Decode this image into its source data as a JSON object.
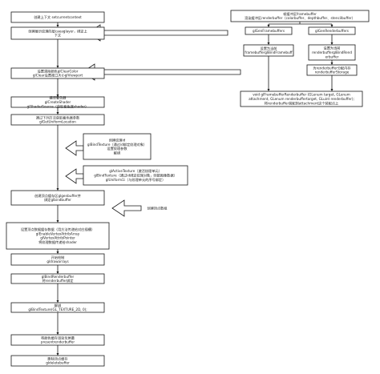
{
  "left_column": {
    "step1": [
      "创建上下文 setcurrentcontext"
    ],
    "step2": [
      "创建展示纹理的层caeaglayer，绑定上",
      "下文"
    ],
    "step3": [
      "设置清除颜色glClearColor",
      "glClear设置视口大小glViewport"
    ],
    "step4": [
      "编译着色器",
      "glCreateShader",
      "glShaderSource（获取着色器shader）"
    ],
    "step5": [
      "通过下列方法获取着色器参数",
      "glGetUniformLocation"
    ],
    "step6": [
      "创建顶点缓存区glgenbuffer并",
      "绑定glbindbuffer"
    ],
    "step7": [
      "设置顶点数据缓存数据（用方法传递给对应插槽）",
      "glEnableVertexAttribArray",
      "glVertexAttribPointer",
      "将纹理数据传递给shader"
    ],
    "step8": [
      "开始绘制",
      "gldrawarrays"
    ],
    "step9": [
      "glBindRenderbuffer",
      "将renderbuffer绑定"
    ],
    "step10": [
      "解绑",
      "glBindTexture(GL_TEXTURE_2D, 0);"
    ],
    "step11": [
      "将颜色缓存渲染至屏幕",
      "presentrenderbuffer"
    ],
    "step12": [
      "删除顶点缓存",
      "gldeletebuffer"
    ]
  },
  "right_column": {
    "fb_intro": [
      "帧缓冲区framebuffer",
      "渲染缓冲区renderbuffer（colorbuffer、depthbuffer、stencilbuffer）"
    ],
    "gen_fb": [
      "glGenFramebuffers"
    ],
    "gen_rb": [
      "glGenRenderbuffers"
    ],
    "bind_fb": [
      "设置为当前",
      "framebufferglBindFramebuff"
    ],
    "bind_rb": [
      "设置为当前",
      "renderbufferglBindRend",
      "erbuffer"
    ],
    "rb_storage": [
      "为renderbuffer分配内存",
      "renderbufferStorage"
    ],
    "fb_attach": [
      "void glFramebufferRenderbuffer (GLenum target, GLenum",
      "attachment, GLenum renderbuffertarget, GLuint renderbuffer);",
      "将renderbuffer装配到attachment这个装配点上"
    ]
  },
  "callouts": {
    "texture": [
      "创建纹理id",
      "glBindTexture（通过id绑定纹理对象）",
      "设置纹理参数",
      "解绑"
    ],
    "active_texture": [
      "glActiveTexture（激活纹理单元）",
      "glBindTexture（通过id绑定纹理对象，则能图像数据）",
      "glUniform1i（与纹理单元的序号绑定）"
    ],
    "vertex_data": [
      "创建顶点数组"
    ]
  }
}
